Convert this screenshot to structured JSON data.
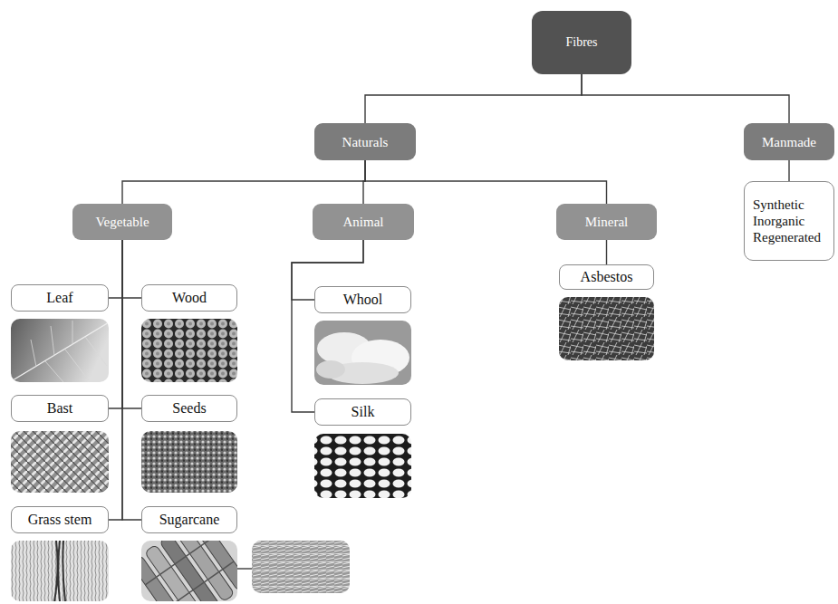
{
  "diagram": {
    "nodes": [
      {
        "text": [
          "Fibres"
        ]
      },
      {
        "text": [
          "Naturals"
        ]
      },
      {
        "text": [
          "Manmade"
        ]
      },
      {
        "text": [
          "Synthetic",
          "Inorganic",
          "Regenerated"
        ]
      },
      {
        "text": [
          "Vegetable"
        ]
      },
      {
        "text": [
          "Animal"
        ]
      },
      {
        "text": [
          "Mineral"
        ]
      },
      {
        "text": [
          "Leaf"
        ]
      },
      {
        "text": [
          "Wood"
        ]
      },
      {
        "text": [
          "Bast"
        ]
      },
      {
        "text": [
          "Seeds"
        ]
      },
      {
        "text": [
          "Grass stem"
        ]
      },
      {
        "text": [
          "Sugarcane"
        ]
      },
      {
        "text": [
          "Whool"
        ]
      },
      {
        "text": [
          "Silk"
        ]
      },
      {
        "text": [
          "Asbestos"
        ]
      }
    ],
    "edges": [
      {
        "from": 0,
        "to": 1,
        "arrow": "none"
      },
      {
        "from": 0,
        "to": 2,
        "arrow": "none"
      },
      {
        "from": 1,
        "to": 4,
        "arrow": "none"
      },
      {
        "from": 1,
        "to": 5,
        "arrow": "none"
      },
      {
        "from": 1,
        "to": 6,
        "arrow": "none"
      },
      {
        "from": 2,
        "to": 3,
        "arrow": "none"
      },
      {
        "from": 4,
        "to": 7,
        "arrow": "none"
      },
      {
        "from": 4,
        "to": 8,
        "arrow": "none"
      },
      {
        "from": 4,
        "to": 9,
        "arrow": "none"
      },
      {
        "from": 4,
        "to": 10,
        "arrow": "none"
      },
      {
        "from": 4,
        "to": 11,
        "arrow": "none"
      },
      {
        "from": 4,
        "to": 12,
        "arrow": "none"
      },
      {
        "from": 5,
        "to": 13,
        "arrow": "none"
      },
      {
        "from": 5,
        "to": 14,
        "arrow": "none"
      },
      {
        "from": 6,
        "to": 15,
        "arrow": "none"
      }
    ]
  }
}
